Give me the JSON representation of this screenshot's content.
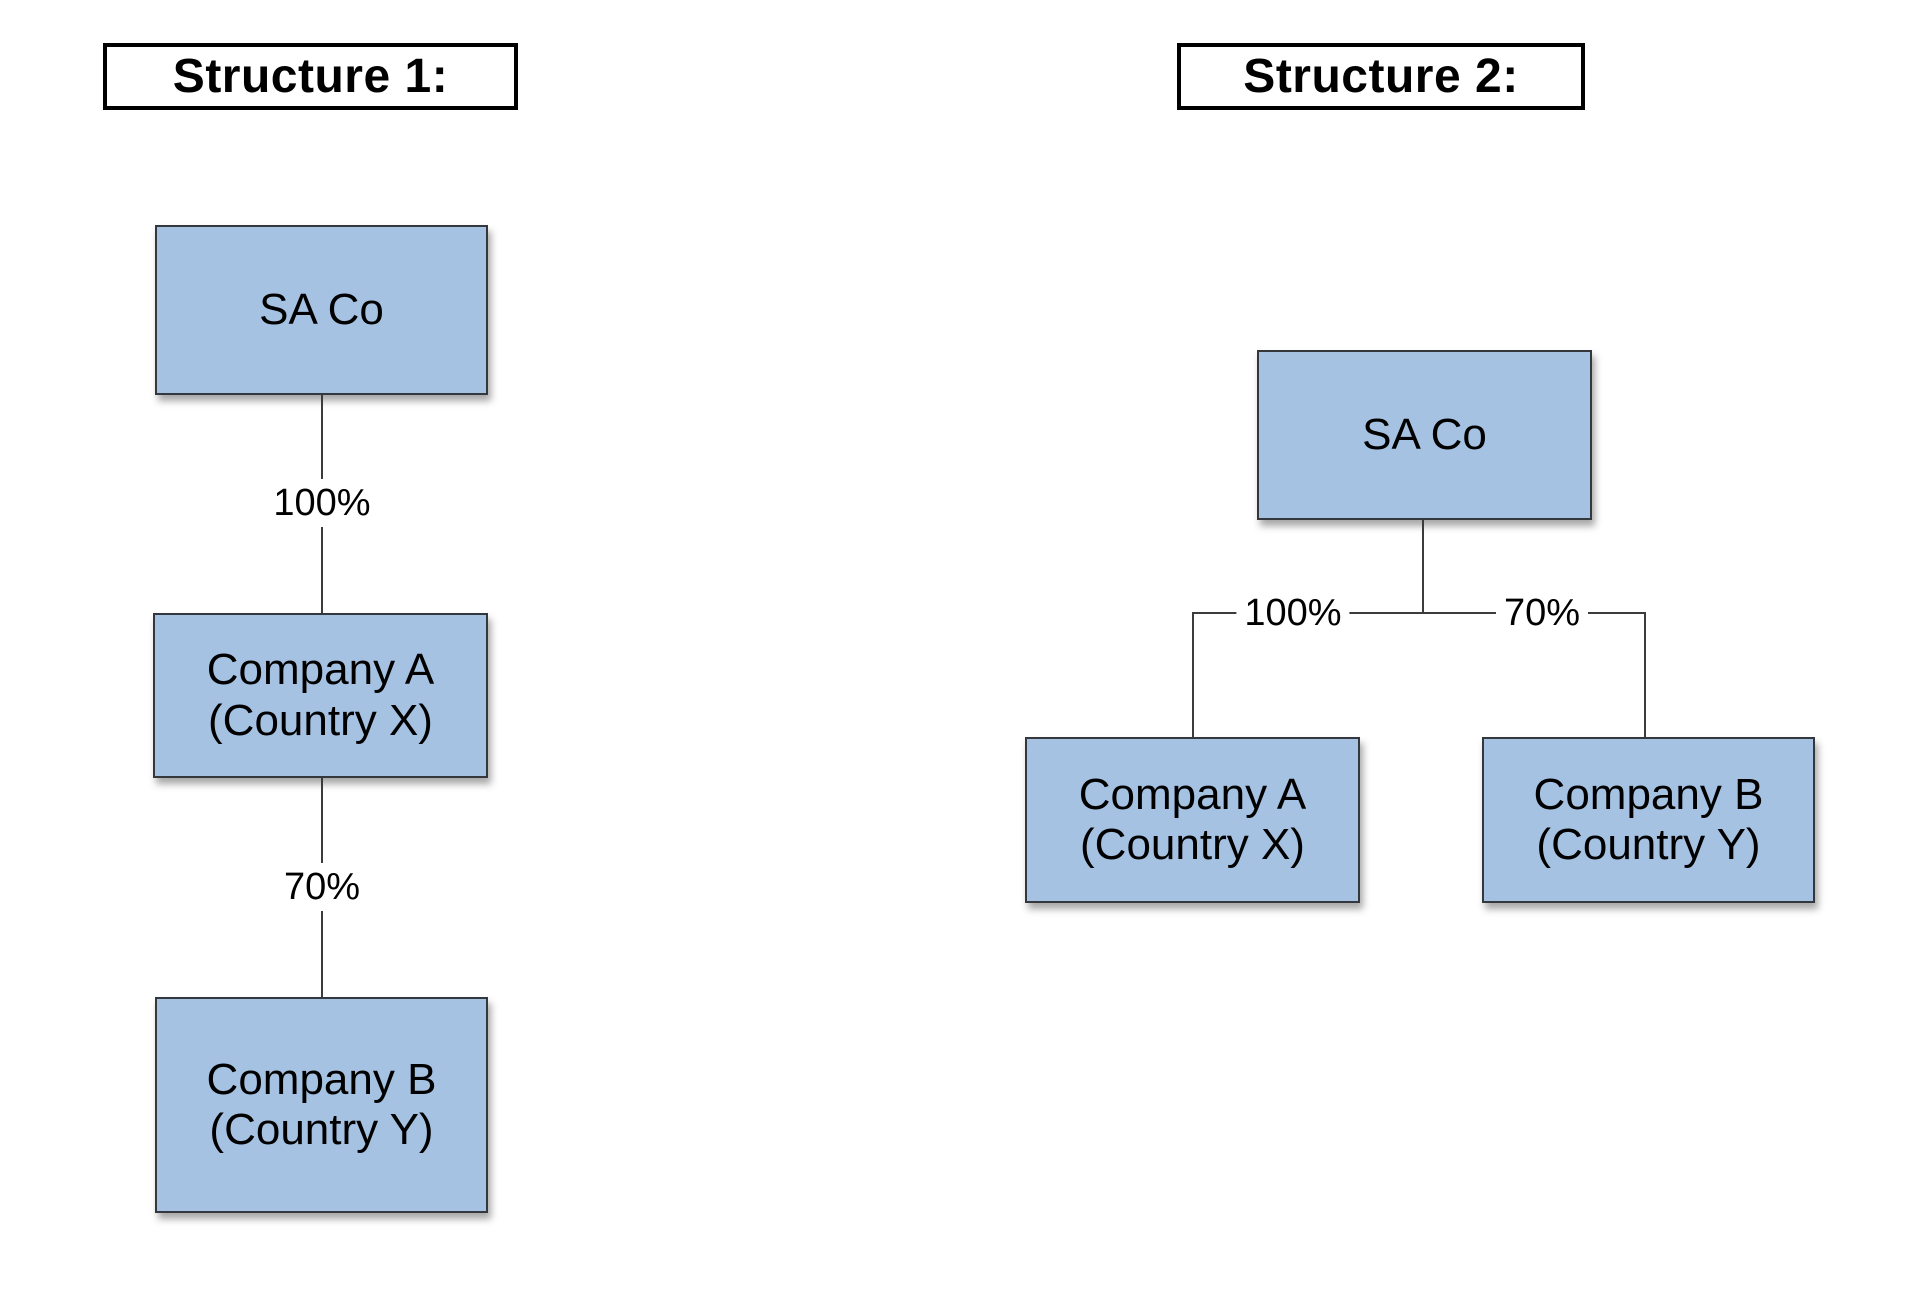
{
  "diagram": {
    "background": "#ffffff",
    "colors": {
      "node_fill": "#a5c2e3",
      "node_border": "#34383c",
      "edge_line": "#3c3c3c",
      "title_border": "#000000",
      "text": "#000000"
    },
    "structure1": {
      "title": "Structure 1:",
      "nodes": [
        {
          "id": "sa_co",
          "label": "SA Co",
          "sublabel": ""
        },
        {
          "id": "company_a",
          "label": "Company A",
          "sublabel": "(Country X)"
        },
        {
          "id": "company_b",
          "label": "Company B",
          "sublabel": "(Country Y)"
        }
      ],
      "edges": [
        {
          "from": "sa_co",
          "to": "company_a",
          "label": "100%"
        },
        {
          "from": "company_a",
          "to": "company_b",
          "label": "70%"
        }
      ]
    },
    "structure2": {
      "title": "Structure 2:",
      "nodes": [
        {
          "id": "sa_co",
          "label": "SA Co",
          "sublabel": ""
        },
        {
          "id": "company_a",
          "label": "Company A",
          "sublabel": "(Country X)"
        },
        {
          "id": "company_b",
          "label": "Company B",
          "sublabel": "(Country Y)"
        }
      ],
      "edges": [
        {
          "from": "sa_co",
          "to": "company_a",
          "label": "100%"
        },
        {
          "from": "sa_co",
          "to": "company_b",
          "label": "70%"
        }
      ]
    }
  }
}
